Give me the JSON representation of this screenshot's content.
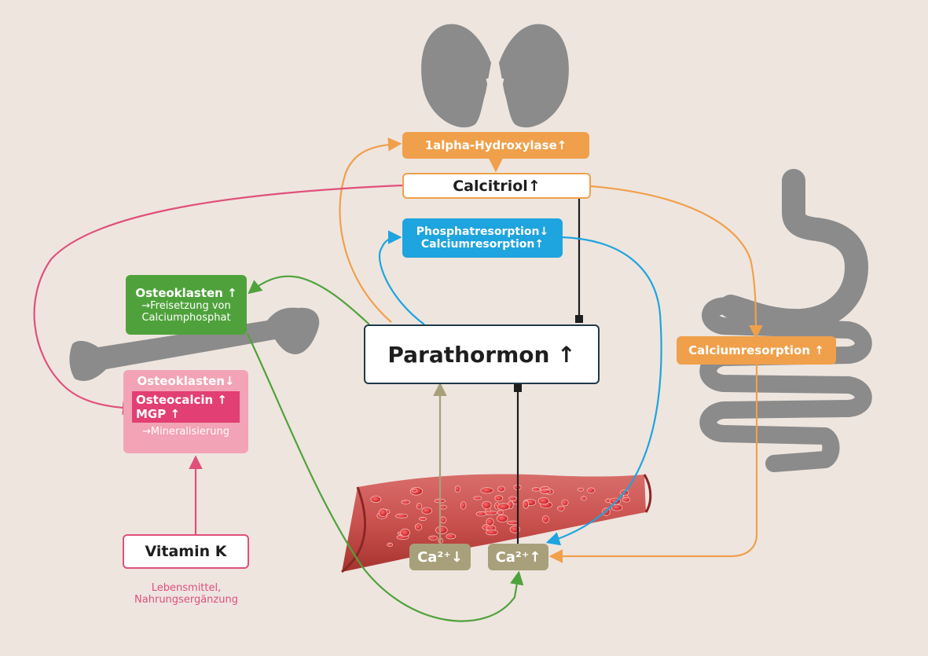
{
  "colors": {
    "background": "#eee5df",
    "orange": "#f0a04b",
    "blue": "#1ea4de",
    "green": "#4fa23b",
    "pink": "#e0507a",
    "pink_light": "#f2a3b5",
    "pink_dark": "#e23f74",
    "khaki": "#a7a07a",
    "black": "#1e1e1e",
    "organ_grey": "#8b8b8b"
  },
  "icons": {
    "kidneys": "kidney-icon",
    "bone": "bone-icon",
    "intestine": "intestine-icon",
    "blood_vessel": "blood-vessel-icon"
  },
  "labels": {
    "hydroxylase": "1alpha-Hydroxylase↑",
    "calcitriol": "Calcitriol↑",
    "phosphate_line1": "Phosphatresorption↓",
    "phosphate_line2": "Calciumresorption↑",
    "parathormon": "Parathormon ↑",
    "osteoklasten_up_line1": "Osteoklasten ↑",
    "osteoklasten_up_line2": "→Freisetzung von",
    "osteoklasten_up_line3": "Calciumphosphat",
    "osteoklasten_down": "Osteoklasten↓",
    "osteocalcin": "Osteocalcin ↑",
    "mgp": "MGP ↑",
    "mineralisierung": "→Mineralisierung",
    "vitamin_k": "Vitamin K",
    "lebensmittel_line1": "Lebensmittel,",
    "lebensmittel_line2": "Nahrungsergänzung",
    "ca_low": "Ca²⁺↓",
    "ca_high": "Ca²⁺↑",
    "calciumresorption": "Calciumresorption ↑"
  }
}
